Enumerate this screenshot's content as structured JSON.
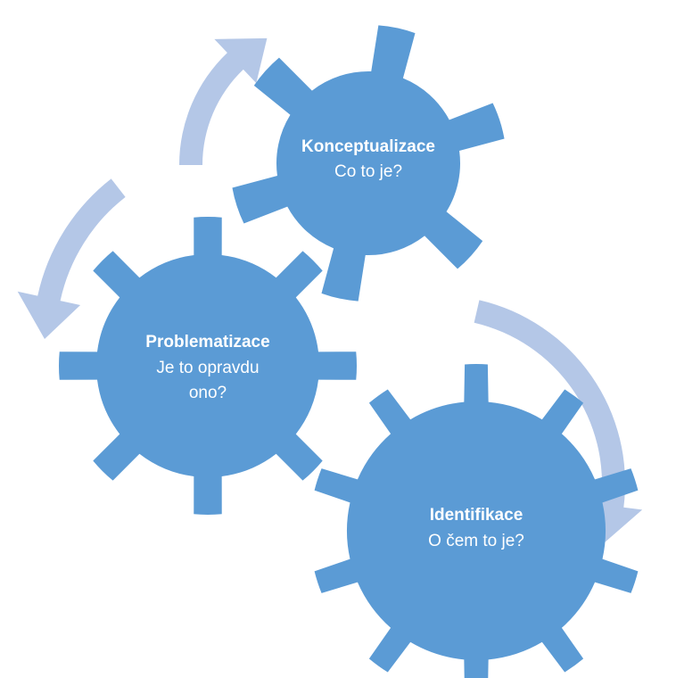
{
  "diagram": {
    "type": "gear-cycle",
    "colors": {
      "gear": "#5b9bd5",
      "arrow": "#b4c7e7",
      "text": "#ffffff",
      "background": "#ffffff"
    },
    "gears": [
      {
        "id": "konceptualizace",
        "title": "Konceptualizace",
        "subtitle_lines": [
          "Co to je?"
        ]
      },
      {
        "id": "problematizace",
        "title": "Problematizace",
        "subtitle_lines": [
          "Je to opravdu",
          "ono?"
        ]
      },
      {
        "id": "identifikace",
        "title": "Identifikace",
        "subtitle_lines": [
          "O čem to je?"
        ]
      }
    ],
    "arrows": [
      {
        "from": "problematizace",
        "to": "konceptualizace",
        "icon": "curved-arrow-up-icon"
      },
      {
        "from": "konceptualizace",
        "to": "problematizace",
        "icon": "curved-arrow-down-icon"
      },
      {
        "from": "konceptualizace",
        "to": "identifikace",
        "icon": "curved-arrow-down-icon"
      }
    ]
  }
}
